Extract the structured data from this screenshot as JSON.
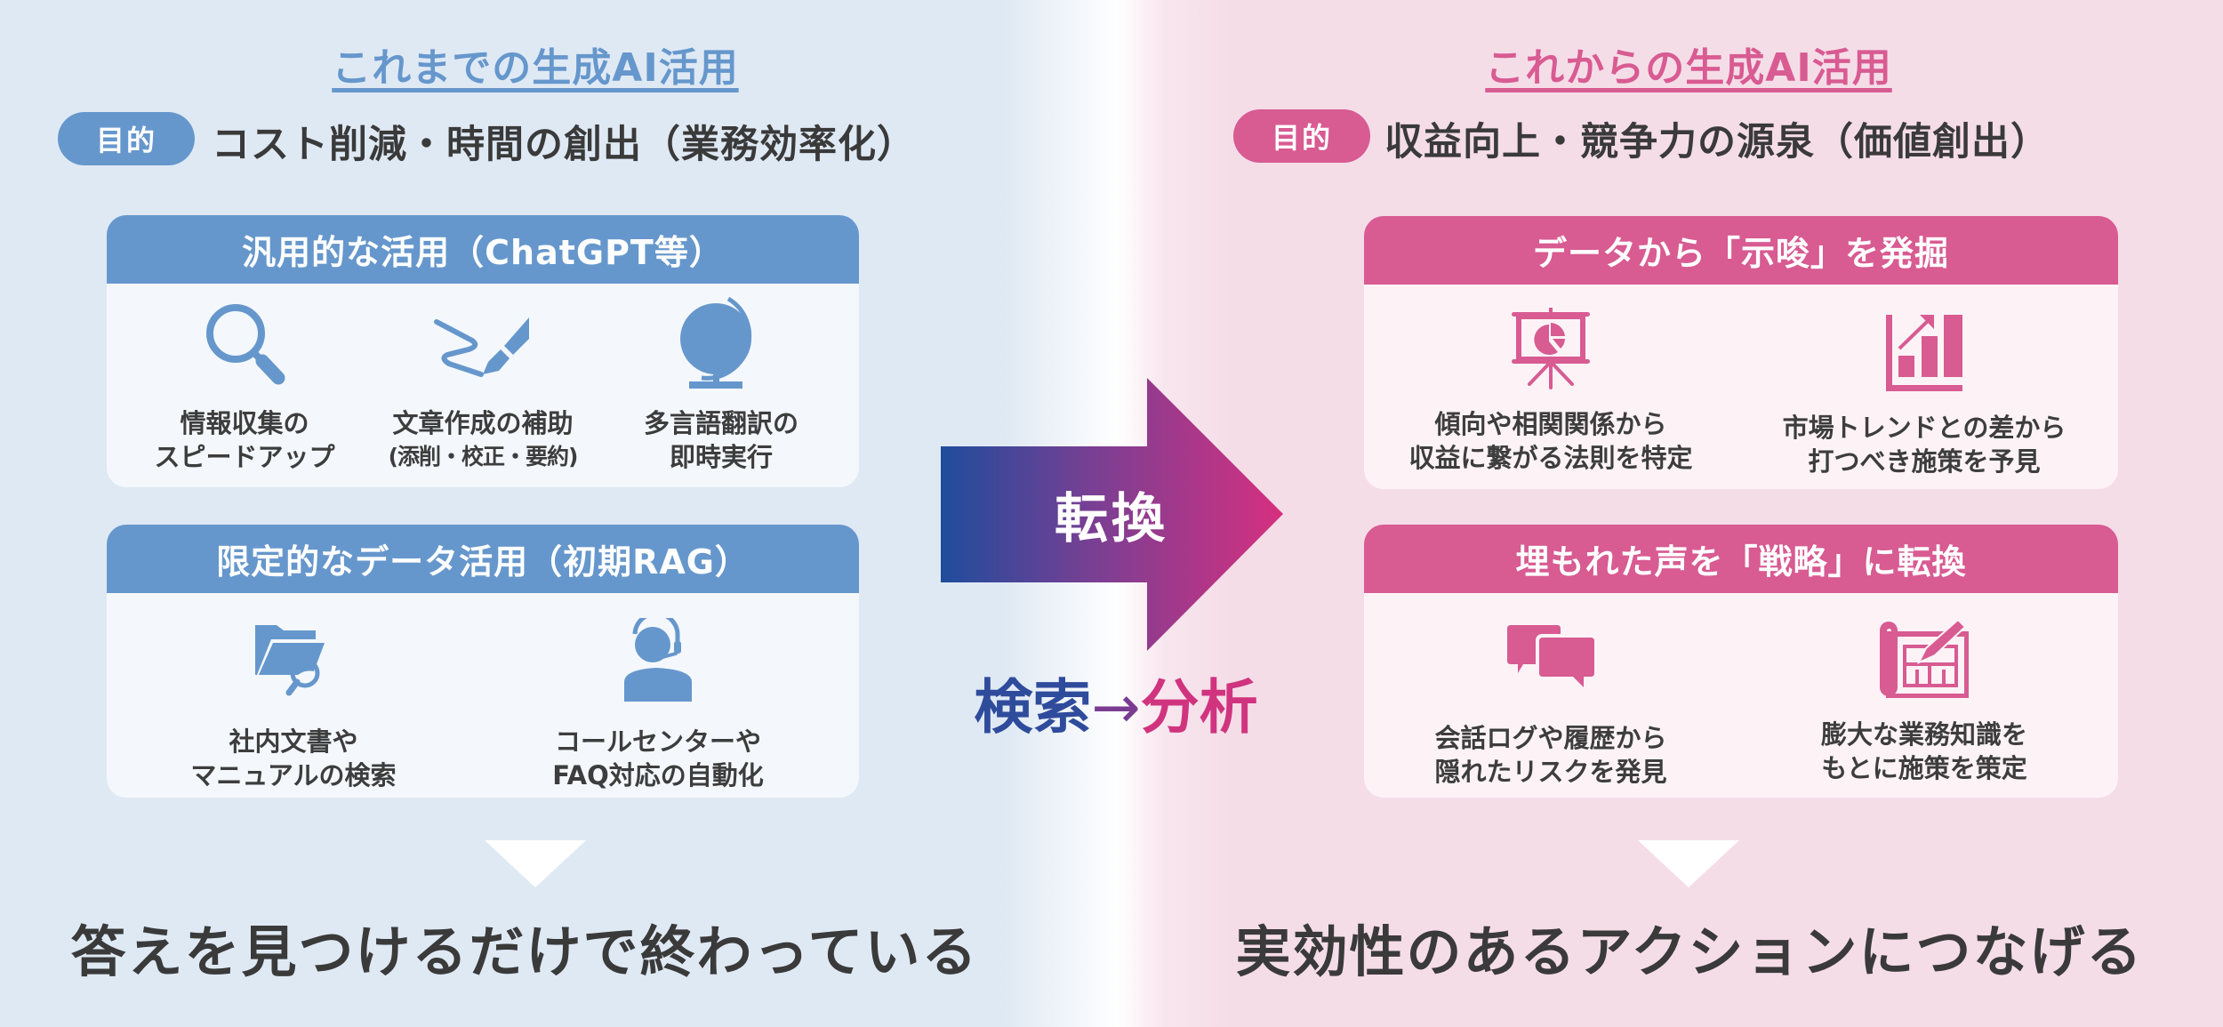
{
  "colors": {
    "blue_accent": "#6697cc",
    "pink_accent": "#d85b92",
    "left_bg": "#dfe9f4",
    "right_bg": "#f5dde8",
    "arrow_start": "#1f4c9c",
    "arrow_end": "#d6307f"
  },
  "left": {
    "title": "これまでの生成AI活用",
    "badge": "目的",
    "objective": "コスト削減・時間の創出（業務効率化）",
    "cards": [
      {
        "header": "汎用的な活用（ChatGPT等）",
        "items": [
          {
            "icon": "magnifier-icon",
            "line1": "情報収集の",
            "line2": "スピードアップ"
          },
          {
            "icon": "pen-writing-icon",
            "line1": "文章作成の補助",
            "line2": "(添削・校正・要約)"
          },
          {
            "icon": "globe-icon",
            "line1": "多言語翻訳の",
            "line2": "即時実行"
          }
        ]
      },
      {
        "header": "限定的なデータ活用（初期RAG）",
        "items": [
          {
            "icon": "folder-search-icon",
            "line1": "社内文書や",
            "line2": "マニュアルの検索"
          },
          {
            "icon": "call-center-operator-icon",
            "line1": "コールセンターや",
            "line2": "FAQ対応の自動化"
          }
        ]
      }
    ],
    "conclusion": "答えを見つけるだけで終わっている"
  },
  "center": {
    "arrow_label": "転換",
    "shift_from": "検索",
    "shift_arrow": "→",
    "shift_to": "分析"
  },
  "right": {
    "title": "これからの生成AI活用",
    "badge": "目的",
    "objective": "収益向上・競争力の源泉（価値創出）",
    "cards": [
      {
        "header": "データから「示唆」を発掘",
        "items": [
          {
            "icon": "presentation-pie-chart-icon",
            "line1": "傾向や相関関係から",
            "line2": "収益に繋がる法則を特定"
          },
          {
            "icon": "bar-chart-growth-icon",
            "line1": "市場トレンドとの差から",
            "line2": "打つべき施策を予見"
          }
        ]
      },
      {
        "header": "埋もれた声を「戦略」に転換",
        "items": [
          {
            "icon": "chat-bubbles-icon",
            "line1": "会話ログや履歴から",
            "line2": "隠れたリスクを発見"
          },
          {
            "icon": "blueprint-pencil-icon",
            "line1": "膨大な業務知識を",
            "line2": "もとに施策を策定"
          }
        ]
      }
    ],
    "conclusion": "実効性のあるアクションにつなげる"
  }
}
